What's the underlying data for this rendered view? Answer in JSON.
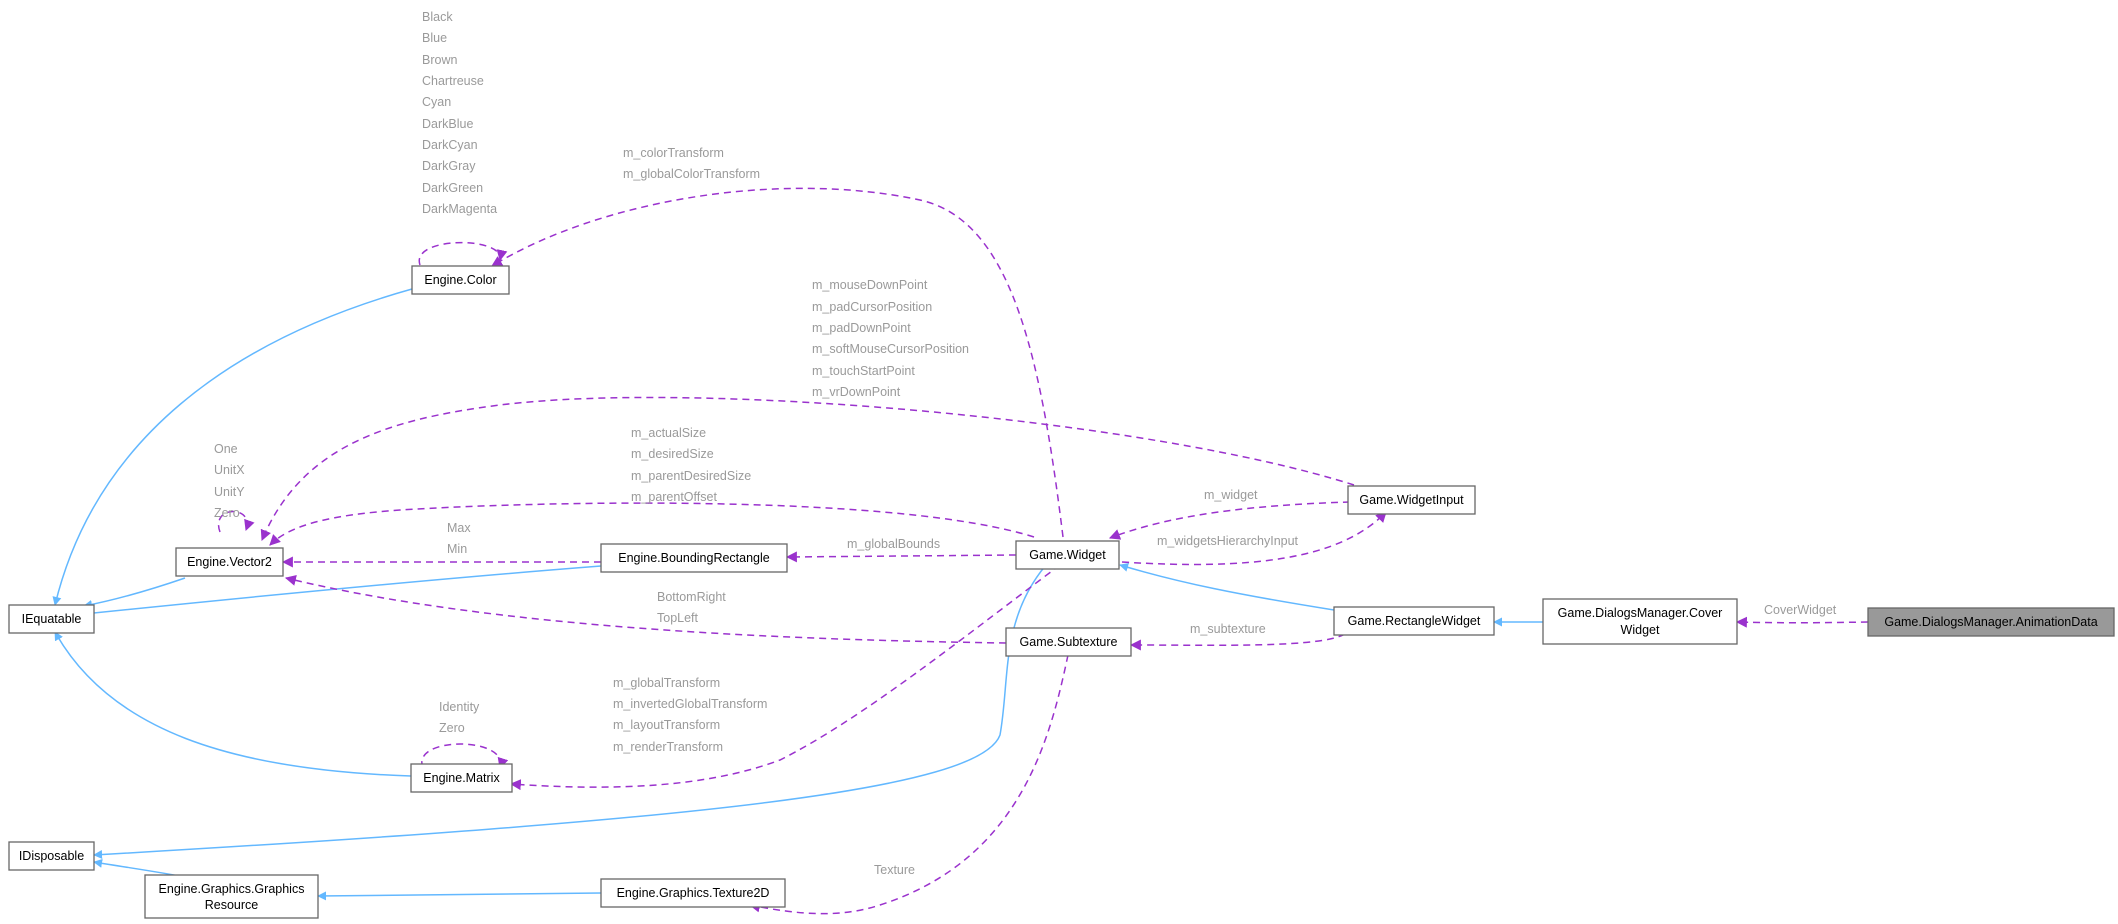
{
  "nodes": {
    "iequatable": "IEquatable",
    "idisposable": "IDisposable",
    "engine_color": "Engine.Color",
    "engine_vector2": "Engine.Vector2",
    "engine_matrix": "Engine.Matrix",
    "engine_bounding_rectangle": "Engine.BoundingRectangle",
    "graphics_resource_line1": "Engine.Graphics.Graphics",
    "graphics_resource_line2": "Resource",
    "engine_texture2d": "Engine.Graphics.Texture2D",
    "game_widget": "Game.Widget",
    "game_subtexture": "Game.Subtexture",
    "game_widget_input": "Game.WidgetInput",
    "game_rectangle_widget": "Game.RectangleWidget",
    "cover_widget_line1": "Game.DialogsManager.Cover",
    "cover_widget_line2": "Widget",
    "animation_data": "Game.DialogsManager.AnimationData"
  },
  "labels": {
    "color_members": [
      "Black",
      "Blue",
      "Brown",
      "Chartreuse",
      "Cyan",
      "DarkBlue",
      "DarkCyan",
      "DarkGray",
      "DarkGreen",
      "DarkMagenta"
    ],
    "vector2_members": [
      "One",
      "UnitX",
      "UnitY",
      "Zero"
    ],
    "matrix_members": [
      "Identity",
      "Zero"
    ],
    "color_transform": [
      "m_colorTransform",
      "m_globalColorTransform"
    ],
    "input_points": [
      "m_mouseDownPoint",
      "m_padCursorPosition",
      "m_padDownPoint",
      "m_softMouseCursorPosition",
      "m_touchStartPoint",
      "m_vrDownPoint"
    ],
    "widget_sizes": [
      "m_actualSize",
      "m_desiredSize",
      "m_parentDesiredSize",
      "m_parentOffset"
    ],
    "bounds_minmax": [
      "Max",
      "Min"
    ],
    "global_bounds": "m_globalBounds",
    "subtexture_corners": [
      "BottomRight",
      "TopLeft"
    ],
    "widget_transforms": [
      "m_globalTransform",
      "m_invertedGlobalTransform",
      "m_layoutTransform",
      "m_renderTransform"
    ],
    "m_widget": "m_widget",
    "hierarchy_input": "m_widgetsHierarchyInput",
    "m_subtexture": "m_subtexture",
    "texture": "Texture",
    "cover_widget": "CoverWidget"
  },
  "colors": {
    "inheritance_edge": "#63b8ff",
    "usage_edge": "#9a32cd",
    "edge_label": "#9a9a9a",
    "current_node_fill": "#999999"
  }
}
